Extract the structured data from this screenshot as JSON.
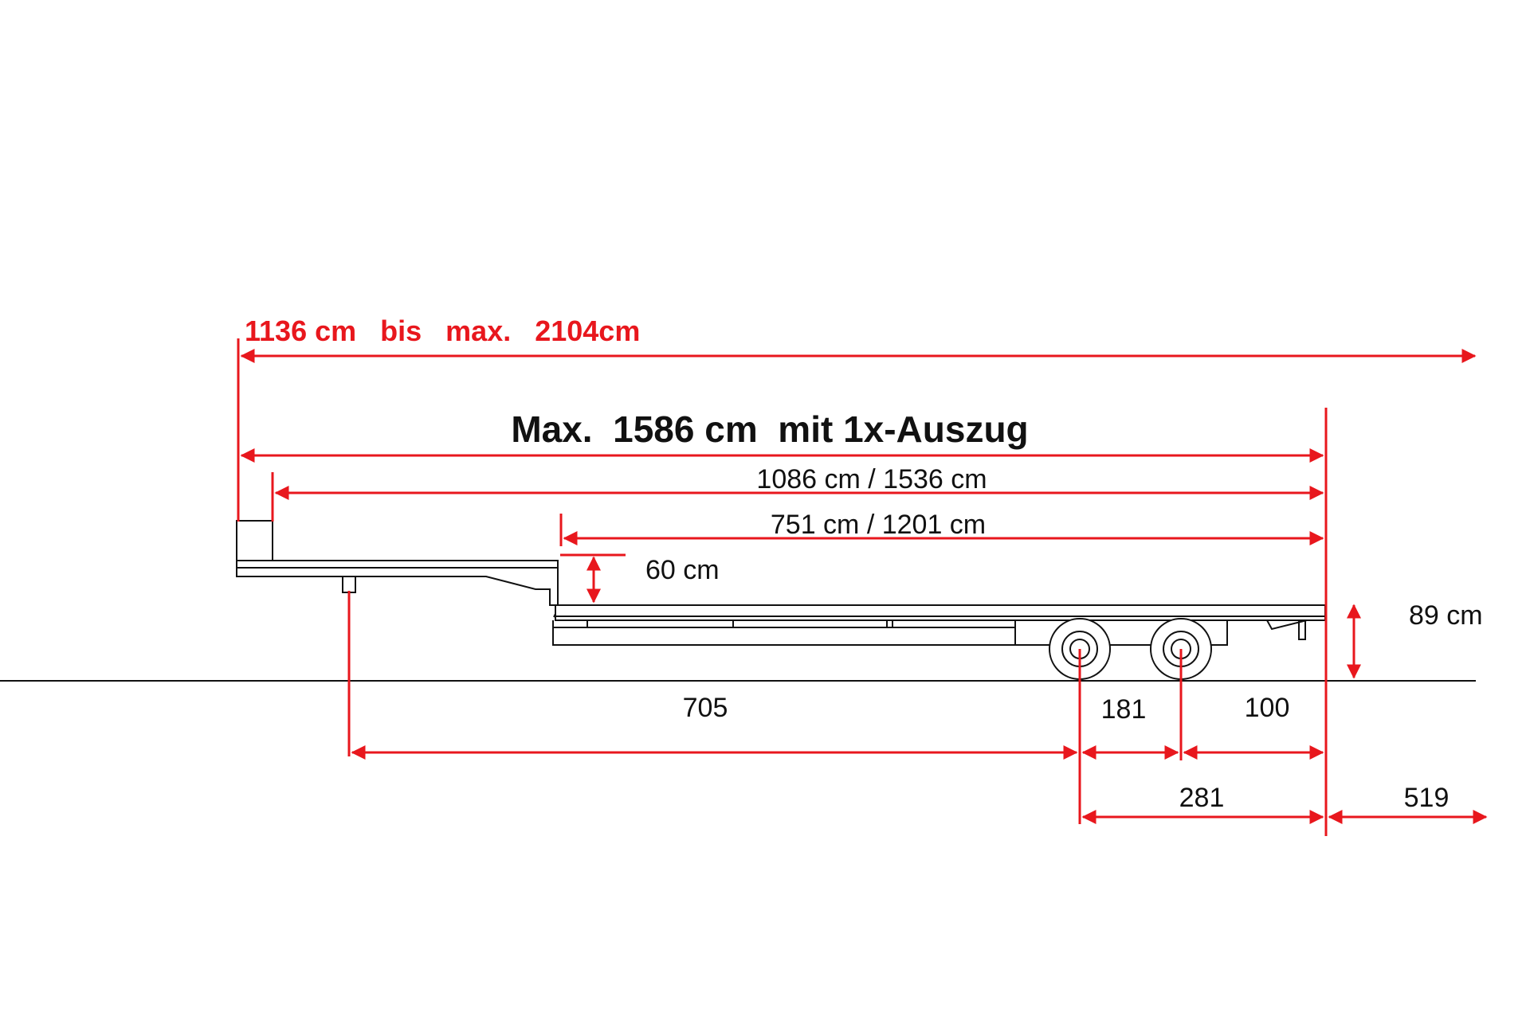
{
  "labels": {
    "overall_range": "1136 cm   bis   max.   2104cm",
    "title": "Max.  1586 cm  mit 1x-Auszug",
    "platform_length": "1086 cm / 1536 cm",
    "deck_length": "751 cm / 1201 cm",
    "step_height": "60 cm",
    "deck_height": "89 cm",
    "kingpin_to_axle": "705",
    "axle_spacing": "181",
    "rear_overhang": "100",
    "axle_to_rear": "281",
    "rear_extension": "519"
  },
  "colors": {
    "dimension_red": "#e8171d",
    "line_black": "#111111",
    "background": "#ffffff"
  }
}
